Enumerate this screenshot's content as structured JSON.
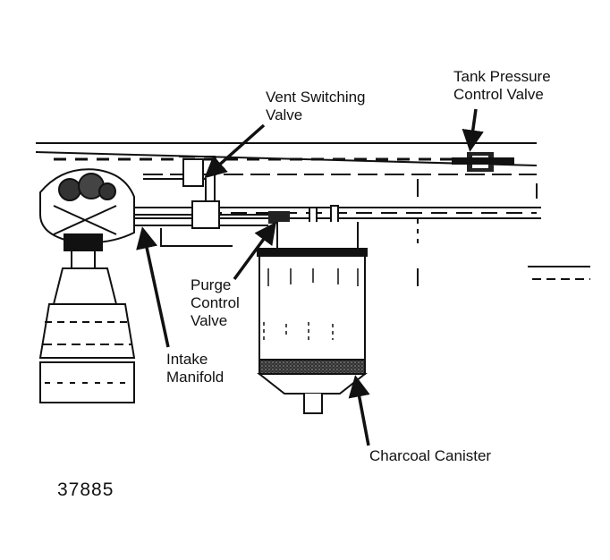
{
  "labels": {
    "tank_pressure": [
      "Tank Pressure",
      "Control Valve"
    ],
    "vent_switching": [
      "Vent Switching",
      "Valve"
    ],
    "purge_control": [
      "Purge",
      "Control",
      "Valve"
    ],
    "intake_manifold": [
      "Intake",
      "Manifold"
    ],
    "charcoal_canister": "Charcoal Canister"
  },
  "figure_number": "37885",
  "colors": {
    "ink": "#111111",
    "paper": "#ffffff",
    "shade": "#555555"
  }
}
